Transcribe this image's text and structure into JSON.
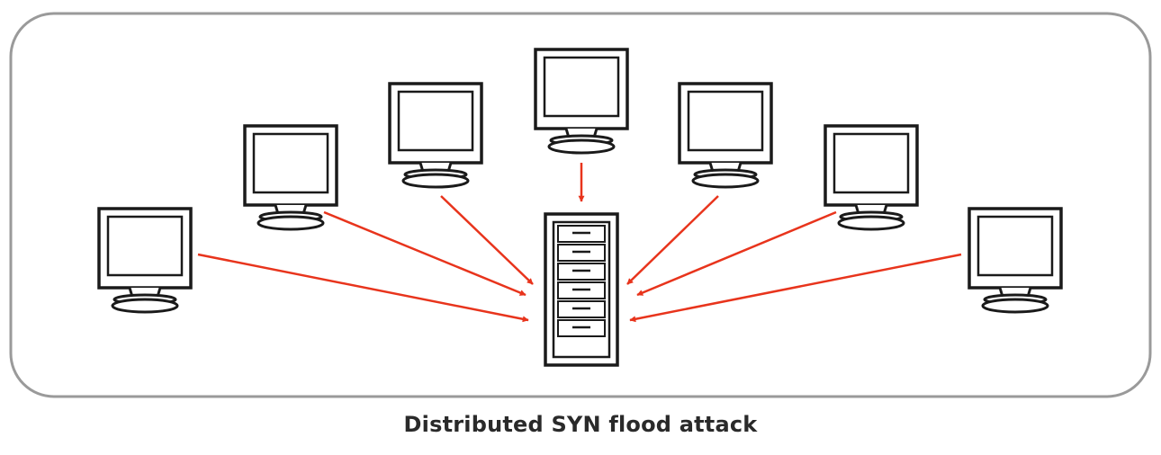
{
  "caption": "Distributed SYN flood attack",
  "nodes": {
    "clients": [
      {
        "name": "client-1",
        "icon": "monitor-icon"
      },
      {
        "name": "client-2",
        "icon": "monitor-icon"
      },
      {
        "name": "client-3",
        "icon": "monitor-icon"
      },
      {
        "name": "client-4",
        "icon": "monitor-icon"
      },
      {
        "name": "client-5",
        "icon": "monitor-icon"
      },
      {
        "name": "client-6",
        "icon": "monitor-icon"
      },
      {
        "name": "client-7",
        "icon": "monitor-icon"
      }
    ],
    "target": {
      "name": "target-server",
      "icon": "server-tower-icon"
    }
  },
  "edges": [
    {
      "from": "client-1",
      "to": "target-server"
    },
    {
      "from": "client-2",
      "to": "target-server"
    },
    {
      "from": "client-3",
      "to": "target-server"
    },
    {
      "from": "client-4",
      "to": "target-server"
    },
    {
      "from": "client-5",
      "to": "target-server"
    },
    {
      "from": "client-6",
      "to": "target-server"
    },
    {
      "from": "client-7",
      "to": "target-server"
    }
  ],
  "colors": {
    "arrow": "#e8341c",
    "outline": "#1a1a1a",
    "frame": "#9a9a9a",
    "background": "#ffffff"
  }
}
